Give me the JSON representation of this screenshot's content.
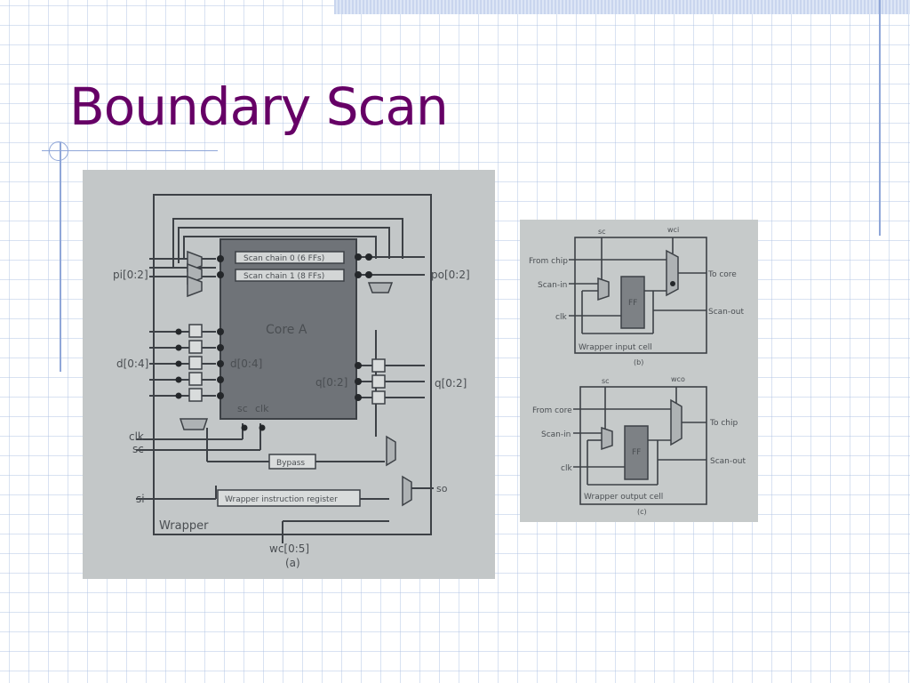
{
  "slide": {
    "title": "Boundary Scan"
  },
  "figure_a": {
    "labels": {
      "pi": "pi[0:2]",
      "d": "d[0:4]",
      "clk": "clk",
      "sc": "sc",
      "si": "si",
      "wrapper": "Wrapper",
      "wc": "wc[0:5]",
      "caption": "(a)",
      "scan_chain_0": "Scan chain 0 (6 FFs)",
      "scan_chain_1": "Scan chain 1 (8 FFs)",
      "core": "Core A",
      "core_d": "d[0:4]",
      "core_sc": "sc",
      "core_clk": "clk",
      "core_q": "q[0:2]",
      "q": "q[0:2]",
      "po": "po[0:2]",
      "bypass": "Bypass",
      "wir": "Wrapper instruction register",
      "so": "so"
    }
  },
  "figure_b": {
    "labels": {
      "sc": "sc",
      "wci": "wci",
      "from_chip": "From chip",
      "scan_in": "Scan-in",
      "clk": "clk",
      "ff": "FF",
      "to_core": "To core",
      "scan_out": "Scan-out",
      "cell": "Wrapper input cell",
      "caption": "(b)"
    }
  },
  "figure_c": {
    "labels": {
      "sc": "sc",
      "wco": "wco",
      "from_core": "From core",
      "scan_in": "Scan-in",
      "clk": "clk",
      "ff": "FF",
      "to_chip": "To chip",
      "scan_out": "Scan-out",
      "cell": "Wrapper output cell",
      "caption": "(c)"
    }
  }
}
